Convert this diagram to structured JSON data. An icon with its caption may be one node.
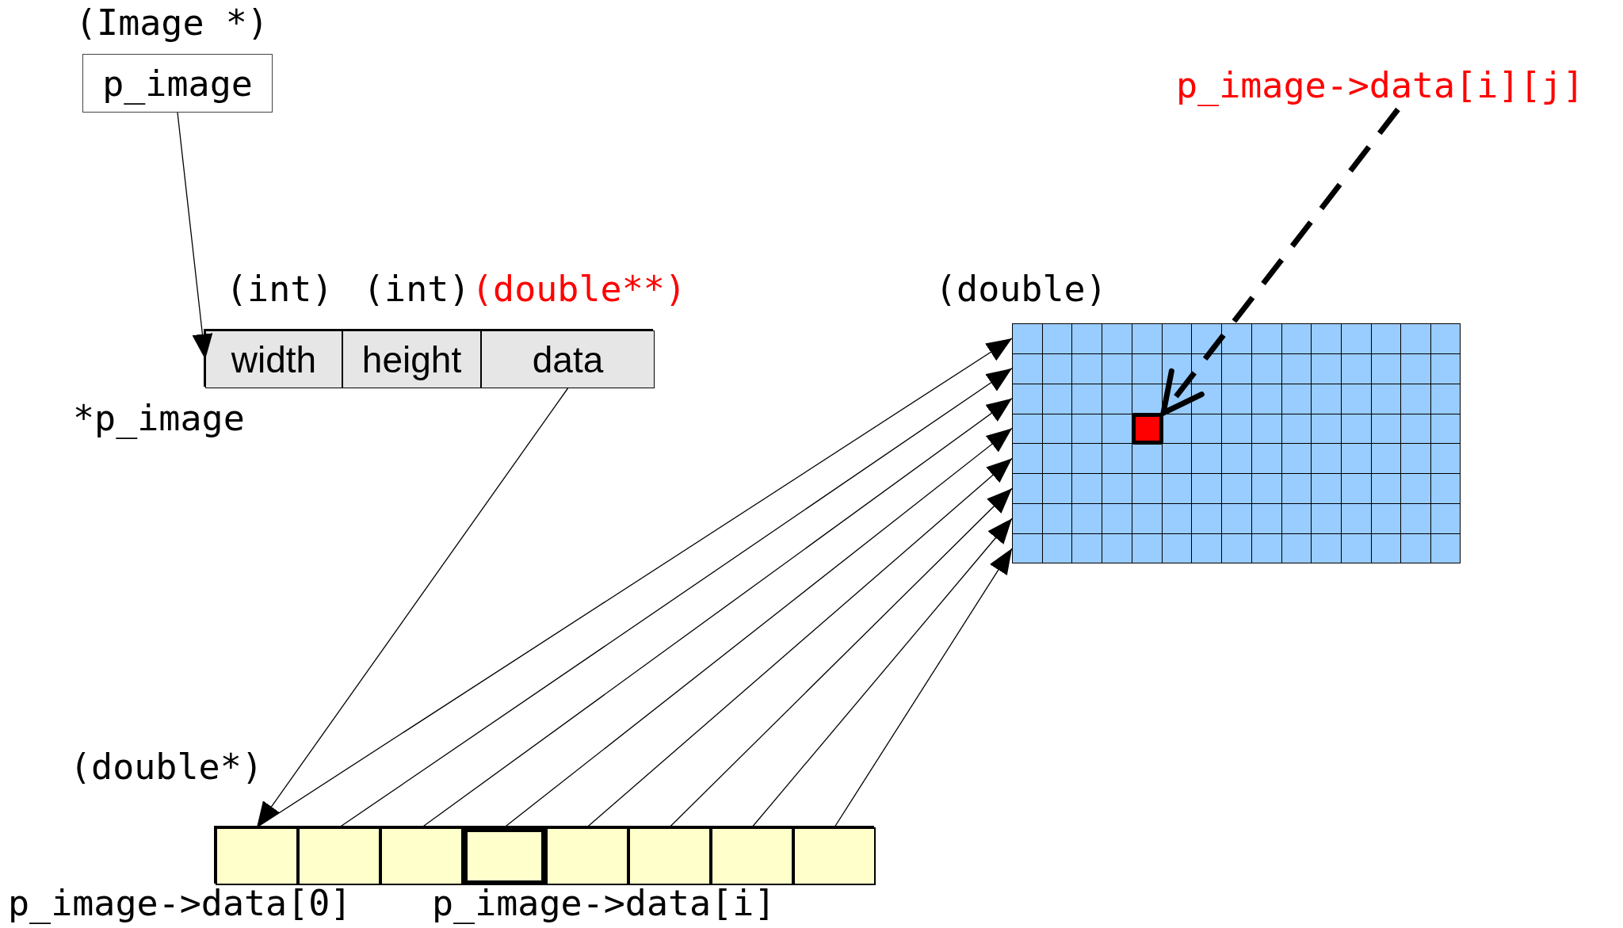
{
  "diagram": {
    "nodes": [
      {
        "text": [
          "p_image"
        ],
        "beside": [
          "(Image *)"
        ]
      },
      {
        "text": [],
        "shape": "box",
        "beside": [
          "*p_image"
        ]
      },
      {
        "text": [
          "width"
        ],
        "in": 1,
        "beside": [
          "(int)"
        ]
      },
      {
        "text": [
          "height"
        ],
        "in": 1,
        "beside": [
          "(int)"
        ]
      },
      {
        "text": [
          "data"
        ],
        "in": 1,
        "beside": [
          "(double**)"
        ]
      },
      {
        "text": [],
        "shape": "box",
        "beside": [
          "(double*)"
        ]
      },
      {
        "text": [],
        "shape": "box",
        "in": 5,
        "beside": [
          "p_image->data[0]"
        ]
      },
      {
        "text": [],
        "shape": "box",
        "in": 5
      },
      {
        "text": [],
        "shape": "box",
        "in": 5
      },
      {
        "text": [],
        "shape": "box",
        "in": 5,
        "beside": [
          "p_image->data[i]"
        ]
      },
      {
        "text": [],
        "shape": "box",
        "in": 5
      },
      {
        "text": [],
        "shape": "box",
        "in": 5
      },
      {
        "text": [],
        "shape": "box",
        "in": 5
      },
      {
        "text": [],
        "shape": "box",
        "in": 5
      },
      {
        "text": [],
        "shape": "box",
        "beside": [
          "(double)"
        ]
      },
      {
        "text": [],
        "shape": "box",
        "in": 14
      },
      {
        "text": [
          "p_image->data[i][j]"
        ]
      }
    ],
    "edges": [
      {
        "from": 0,
        "to": 2,
        "arrow": "to"
      },
      {
        "from": 4,
        "to": 6,
        "arrow": "to"
      },
      {
        "from": 6,
        "to": 14,
        "arrow": "to"
      },
      {
        "from": 7,
        "to": 14,
        "arrow": "to"
      },
      {
        "from": 8,
        "to": 14,
        "arrow": "to"
      },
      {
        "from": 9,
        "to": 14,
        "arrow": "to"
      },
      {
        "from": 10,
        "to": 14,
        "arrow": "to"
      },
      {
        "from": 11,
        "to": 14,
        "arrow": "to"
      },
      {
        "from": 12,
        "to": 14,
        "arrow": "to"
      },
      {
        "from": 13,
        "to": 14,
        "arrow": "to"
      },
      {
        "from": 16,
        "to": 15,
        "arrow": "to",
        "style": "dashed"
      }
    ]
  }
}
